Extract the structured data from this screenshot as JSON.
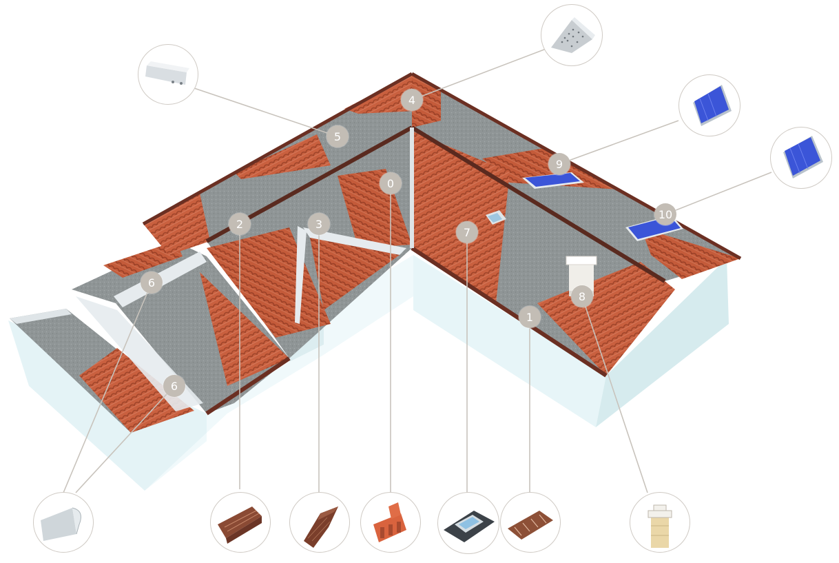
{
  "markers": [
    "0",
    "1",
    "2",
    "3",
    "4",
    "5",
    "6",
    "6",
    "7",
    "8",
    "9",
    "10"
  ],
  "colors": {
    "tile": "#c9603f",
    "tile_shade": "#a84a2f",
    "membrane": "#8f9596",
    "wall": "#eaf6f8",
    "wall_shade": "#d2e9ec",
    "eave": "#6b2f22",
    "ridge": "#dfe5e8",
    "leader": "#c8c3bc",
    "marker": "#c3bdb5",
    "solar": "#3b55d8"
  },
  "icons": {
    "thumb_5": "eave-flashing-strip-icon",
    "thumb_4": "perforated-ridge-vent-icon",
    "thumb_9": "solar-panel-icon",
    "thumb_10": "solar-panel-icon",
    "thumb_6": "wall-abutment-flashing-icon",
    "thumb_2": "eave-comb-filler-icon",
    "thumb_3": "valley-gutter-icon",
    "thumb_0": "ridge-tile-support-icon",
    "thumb_7": "roof-window-flashing-icon",
    "thumb_1": "bird-guard-eave-comb-icon",
    "thumb_8": "chimney-icon"
  }
}
